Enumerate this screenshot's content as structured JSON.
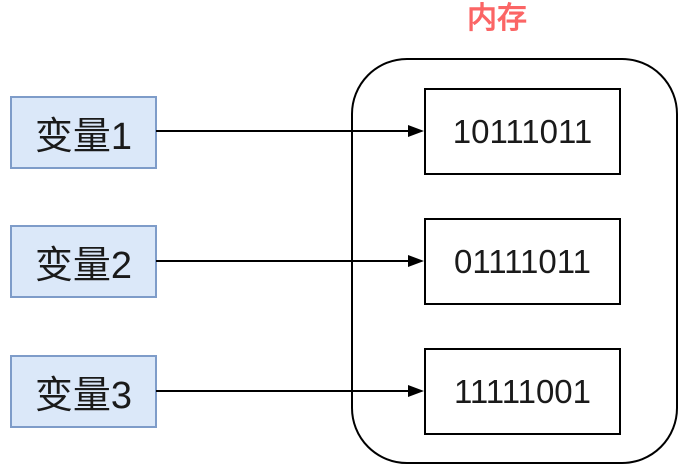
{
  "title": {
    "label": "内存"
  },
  "rows": [
    {
      "variable_label": "变量1",
      "memory_value": "10111011"
    },
    {
      "variable_label": "变量2",
      "memory_value": "01111011"
    },
    {
      "variable_label": "变量3",
      "memory_value": "11111001"
    }
  ],
  "colors": {
    "title_text": "#FB6565",
    "variable_fill": "#DBE8F9",
    "variable_border": "#7E9CC9",
    "memory_fill": "#FFFFFF",
    "line": "#000000",
    "text": "#1A1A1A",
    "background": "#FFFFFF"
  }
}
